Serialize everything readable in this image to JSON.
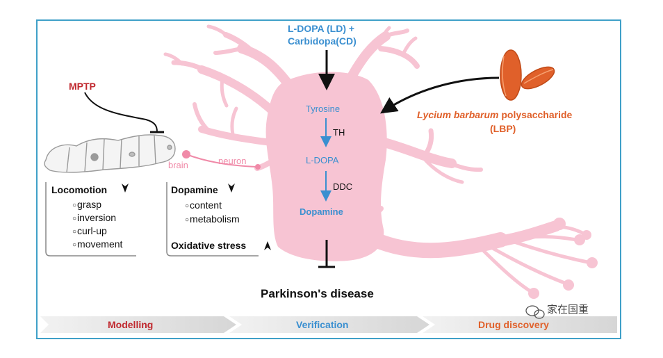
{
  "top_input": {
    "line1": "L-DOPA (LD) +",
    "line2": "Carbidopa(CD)"
  },
  "lbp": {
    "italic": "Lycium barbarum",
    "rest": " polysaccharide",
    "abbr": "(LBP)"
  },
  "mptp": "MPTP",
  "pathway": {
    "tyrosine": "Tyrosine",
    "enzyme1": "TH",
    "ldopa": "L-DOPA",
    "enzyme2": "DDC",
    "dopamine": "Dopamine"
  },
  "silkworm_labels": {
    "brain": "brain",
    "neuron": "neuron"
  },
  "locomotion": {
    "title": "Locomotion",
    "items": [
      "grasp",
      "inversion",
      "curl-up",
      "movement"
    ]
  },
  "dopamine_box": {
    "title": "Dopamine",
    "items": [
      "content",
      "metabolism"
    ]
  },
  "oxidative": "Oxidative stress",
  "outcome": "Parkinson's disease",
  "stages": {
    "s1": "Modelling",
    "s2": "Verification",
    "s3": "Drug discovery"
  },
  "watermark": "家在国重",
  "colors": {
    "frame": "#3fa0c8",
    "neuron": "#f7c4d3",
    "pathway_blue": "#3a8fd0",
    "mptp_red": "#c0282e",
    "lbp_orange": "#e0602a"
  }
}
